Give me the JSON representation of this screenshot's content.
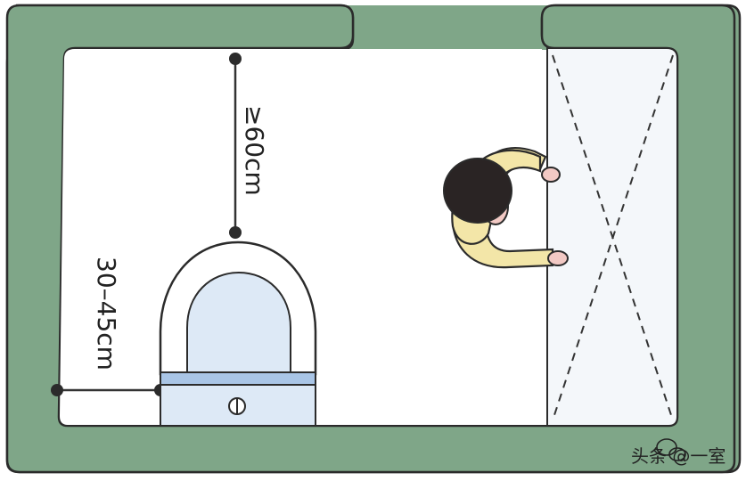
{
  "dimensions": {
    "clearance_front": "≥60cm",
    "clearance_side": "30–45cm"
  },
  "watermark": {
    "text": "头条 @一室"
  },
  "colors": {
    "wall": "#7fa688",
    "wall_outline": "#2b2b2b",
    "floor": "#ffffff",
    "toilet_bowl": "#dde9f6",
    "toilet_tank": "#a9c5e6",
    "sleeve": "#f3e6a8",
    "hand": "#f2c9c4",
    "hair": "#2a2424",
    "shower_floor": "#f4f7fa",
    "dimension_line": "#333333"
  },
  "icons": {
    "flush_button": "flush-button-icon",
    "watermark_logo": "wechat-like-logo-icon"
  }
}
